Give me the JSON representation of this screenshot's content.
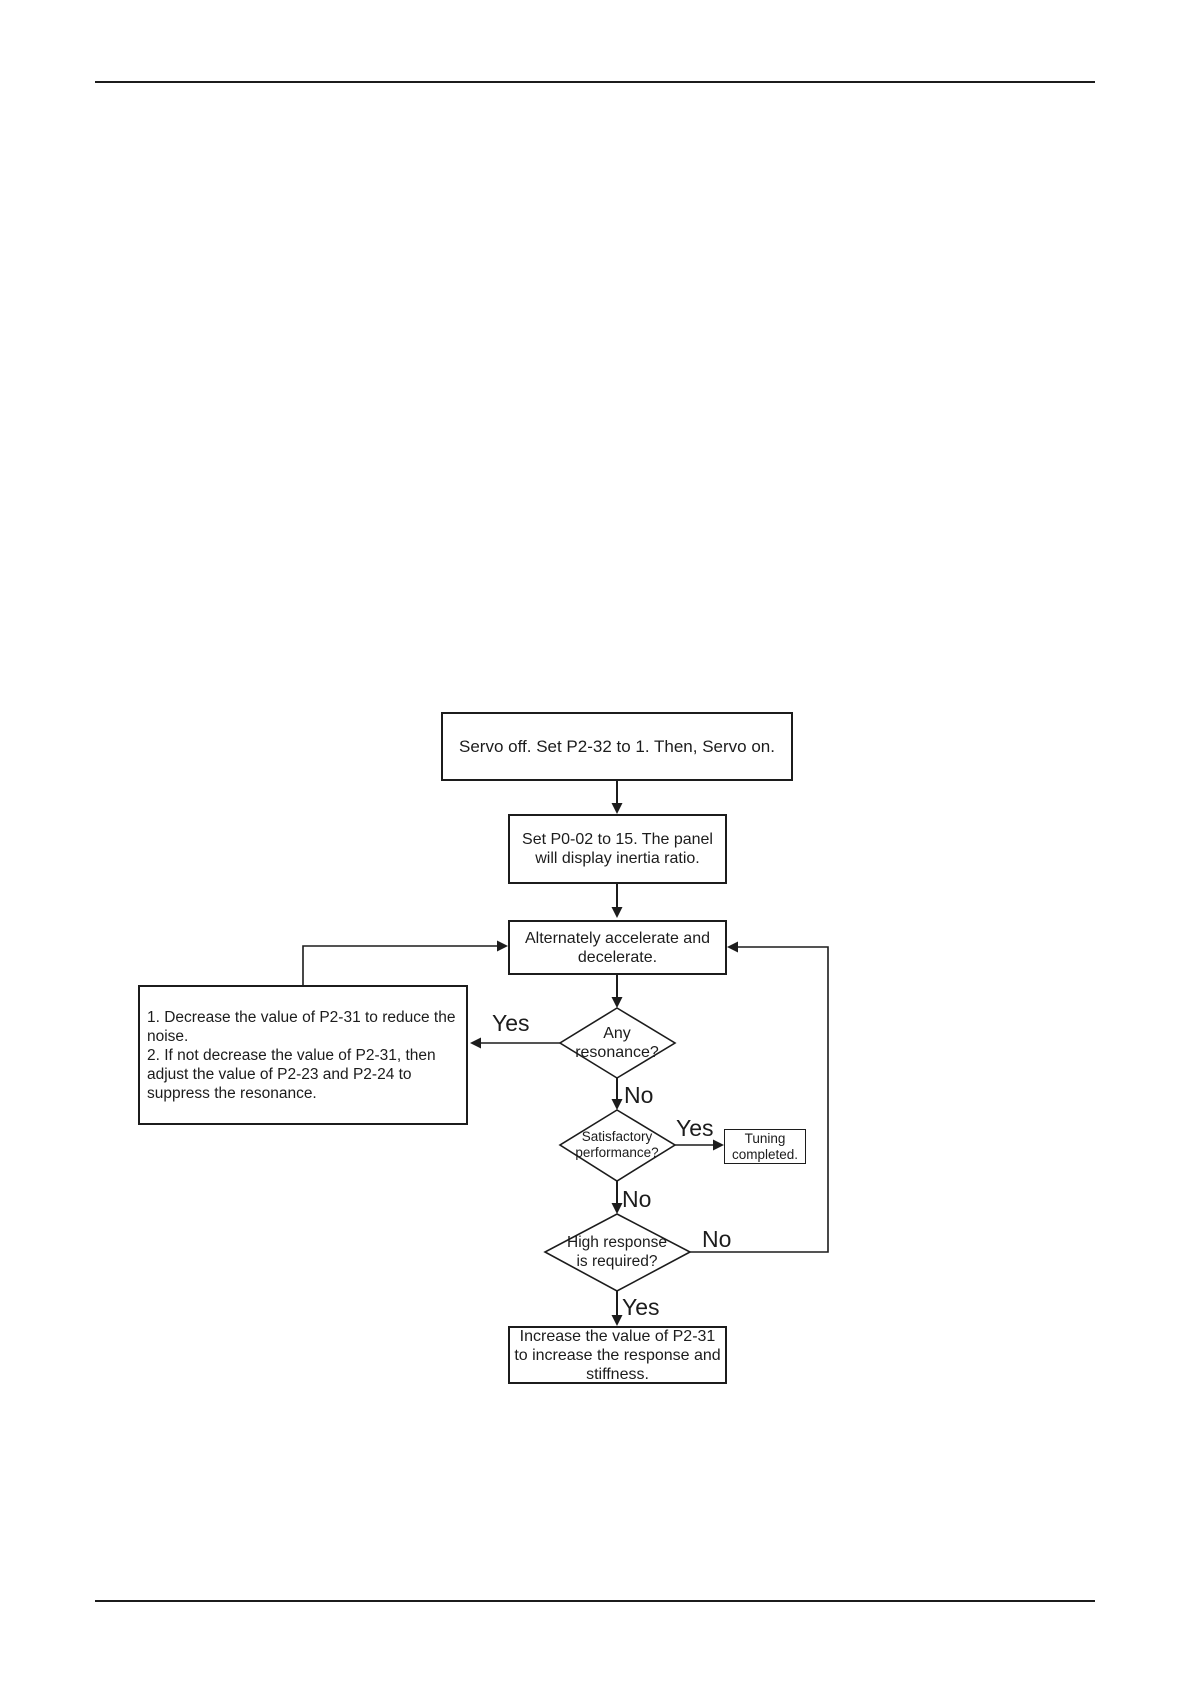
{
  "page": {
    "background": "#ffffff",
    "line_color": "#1c1c1c"
  },
  "flowchart": {
    "box_servo": "Servo off. Set P2-32 to 1. Then, Servo on.",
    "box_panel": "Set P0-02 to 15. The panel\nwill display inertia ratio.",
    "box_accel": "Alternately accelerate and\ndecelerate.",
    "decision_resonance": "Any\nresonance?",
    "note_adjust": "1. Decrease the value of P2-31 to reduce the\nnoise.\n2. If not decrease the value of P2-31, then\nadjust the value of P2-23 and P2-24 to\nsuppress the resonance.",
    "decision_satisfactory": "Satisfactory\nperformance?",
    "box_tuning": "Tuning\ncompleted.",
    "decision_high_response": "High response\nis required?",
    "box_increase": "Increase the value of P2-31\nto increase the response and\nstiffness.",
    "labels": {
      "yes_resonance": "Yes",
      "no_resonance": "No",
      "yes_satisfactory": "Yes",
      "no_satisfactory": "No",
      "no_high_response": "No",
      "yes_high_response": "Yes"
    }
  }
}
